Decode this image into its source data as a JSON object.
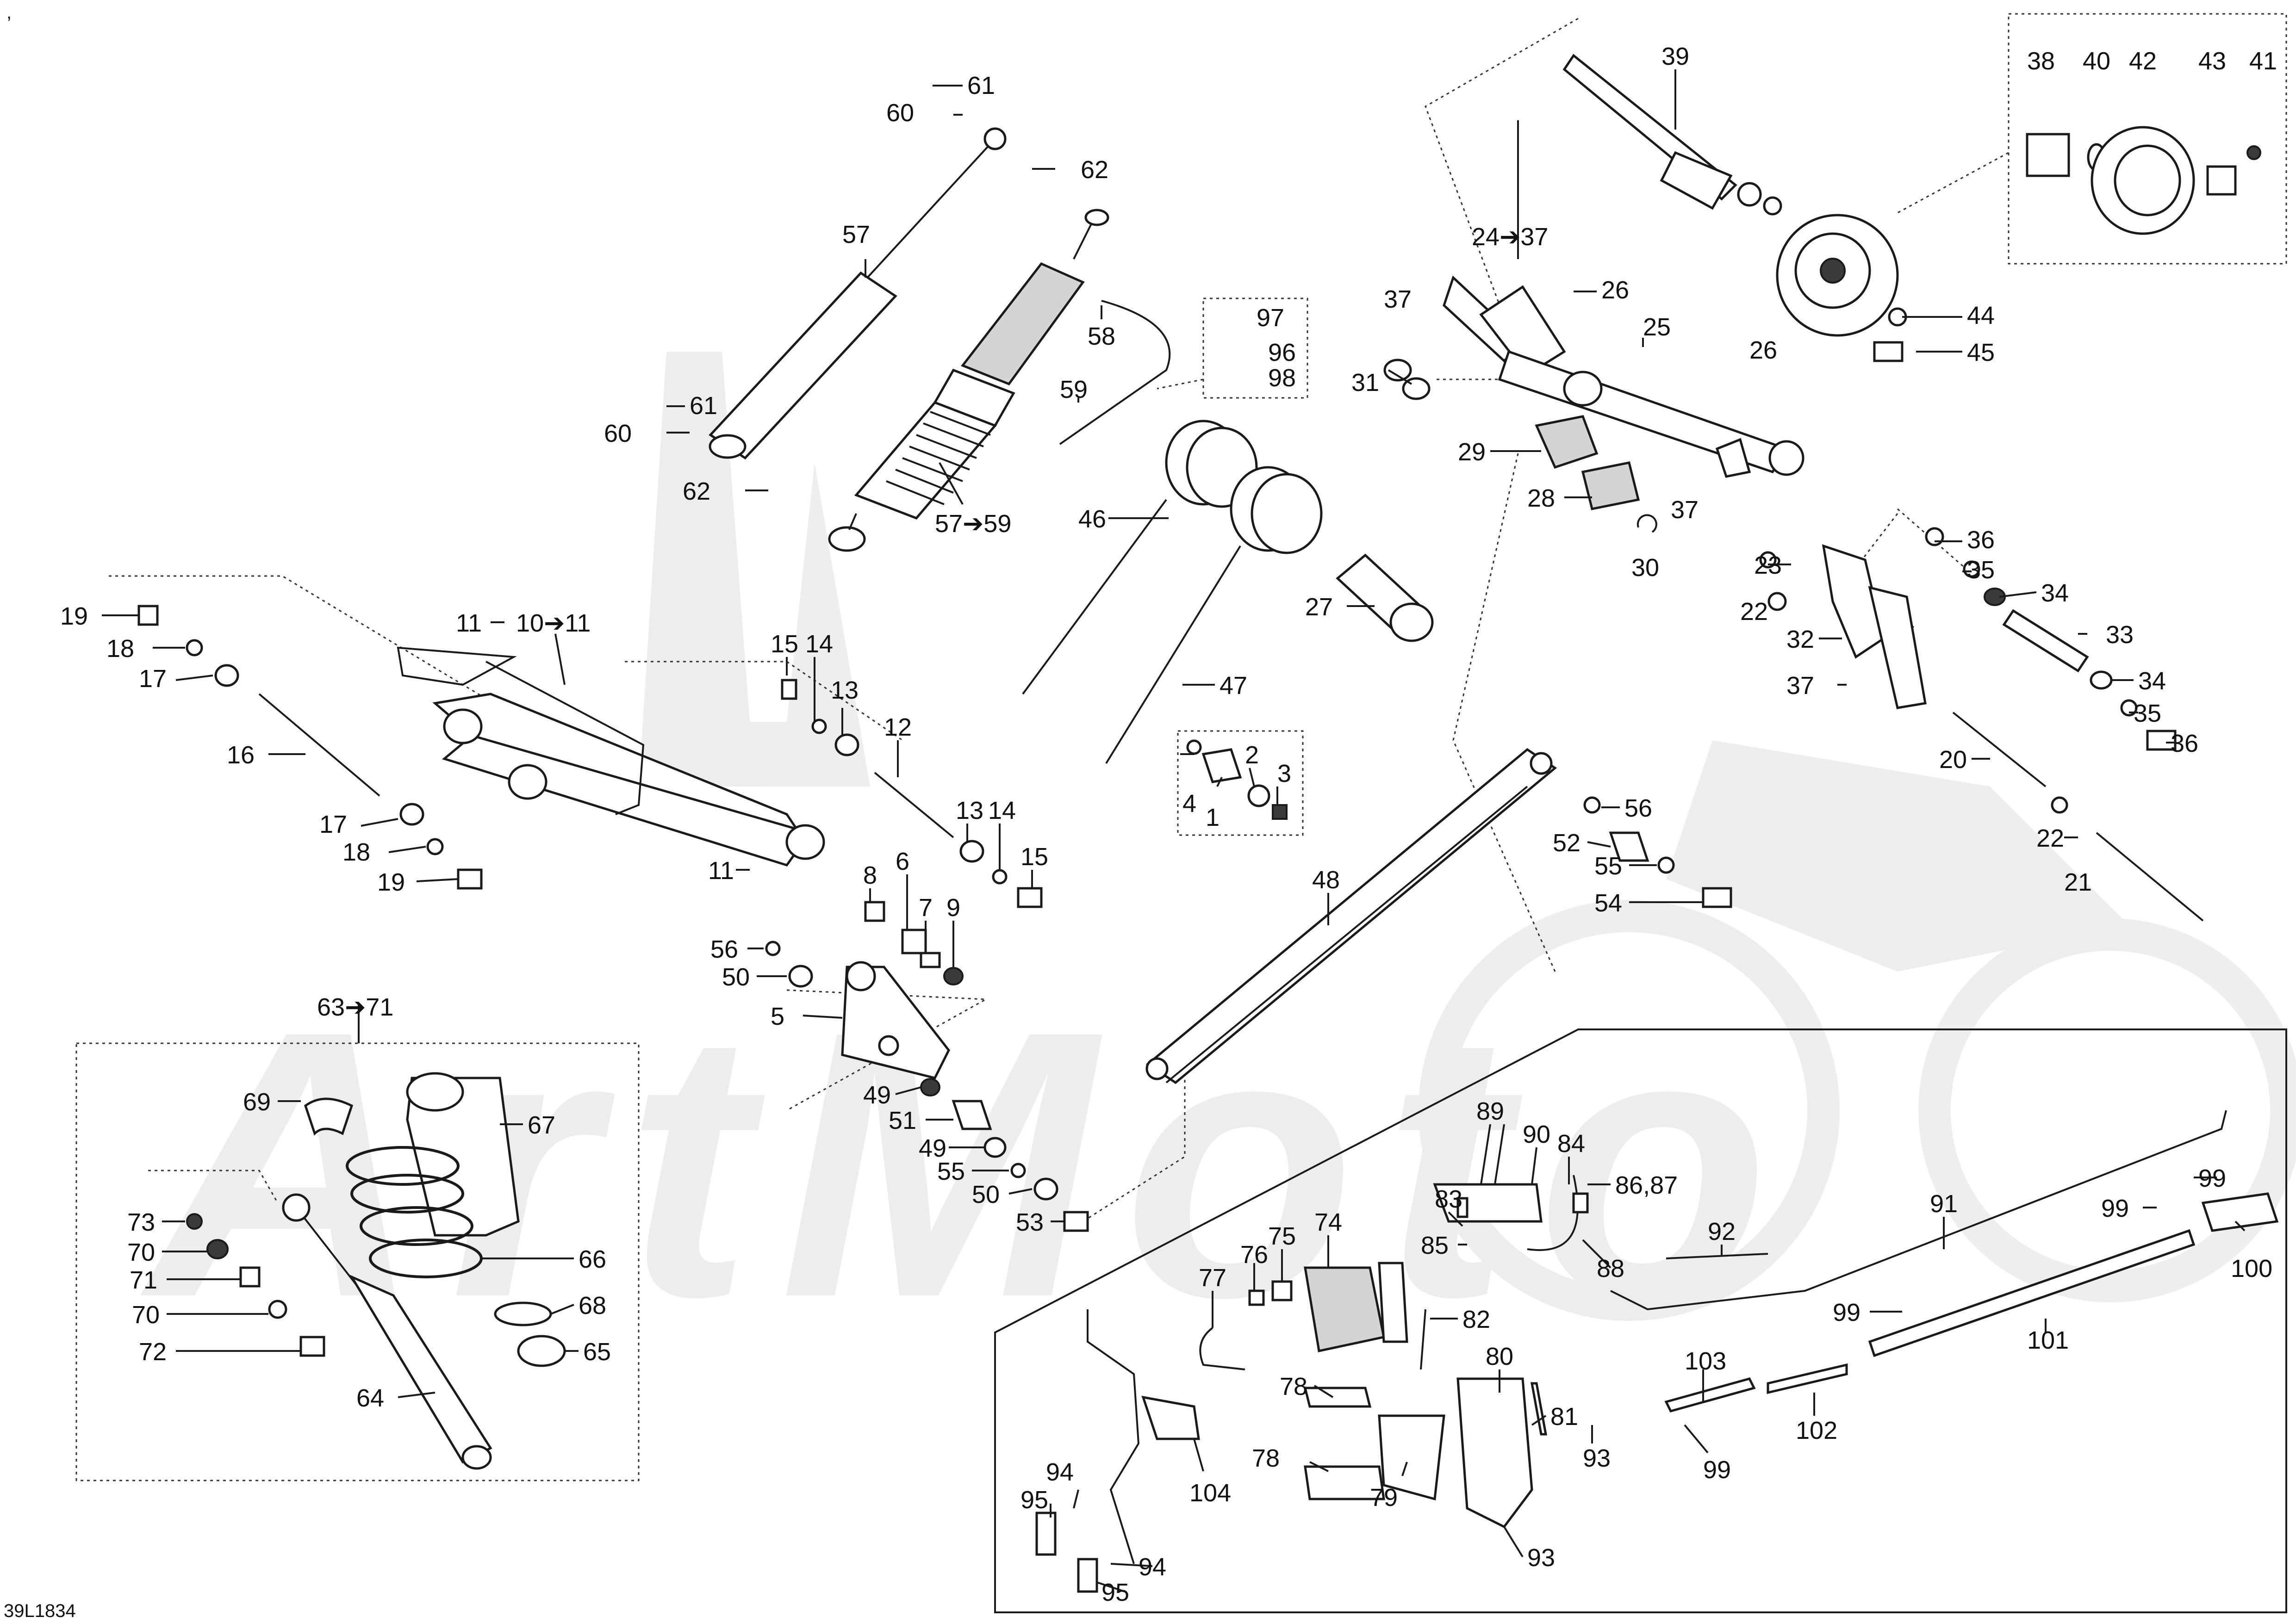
{
  "figure_code": "39L1834",
  "corner_mark": ",",
  "watermark_text": "ArtMoto",
  "callouts": [
    {
      "id": "c61a",
      "text": "61"
    },
    {
      "id": "c60a",
      "text": "60"
    },
    {
      "id": "c62a",
      "text": "62"
    },
    {
      "id": "c57",
      "text": "57"
    },
    {
      "id": "c58",
      "text": "58"
    },
    {
      "id": "c59",
      "text": "59"
    },
    {
      "id": "c61b",
      "text": "61"
    },
    {
      "id": "c60b",
      "text": "60"
    },
    {
      "id": "c62b",
      "text": "62"
    },
    {
      "id": "c5759",
      "text": "57➔59"
    },
    {
      "id": "c97",
      "text": "97"
    },
    {
      "id": "c96",
      "text": "96"
    },
    {
      "id": "c98",
      "text": "98"
    },
    {
      "id": "c46",
      "text": "46"
    },
    {
      "id": "c47",
      "text": "47"
    },
    {
      "id": "c27",
      "text": "27"
    },
    {
      "id": "c39",
      "text": "39"
    },
    {
      "id": "c38",
      "text": "38"
    },
    {
      "id": "c40",
      "text": "40"
    },
    {
      "id": "c42",
      "text": "42"
    },
    {
      "id": "c43",
      "text": "43"
    },
    {
      "id": "c41",
      "text": "41"
    },
    {
      "id": "c44",
      "text": "44"
    },
    {
      "id": "c45",
      "text": "45"
    },
    {
      "id": "c2437",
      "text": "24➔37"
    },
    {
      "id": "c26a",
      "text": "26"
    },
    {
      "id": "c37a",
      "text": "37"
    },
    {
      "id": "c25",
      "text": "25"
    },
    {
      "id": "c26b",
      "text": "26"
    },
    {
      "id": "c31",
      "text": "31"
    },
    {
      "id": "c29",
      "text": "29"
    },
    {
      "id": "c28",
      "text": "28"
    },
    {
      "id": "c37b",
      "text": "37"
    },
    {
      "id": "c30",
      "text": "30"
    },
    {
      "id": "c36a",
      "text": "36"
    },
    {
      "id": "c35a",
      "text": "35"
    },
    {
      "id": "c34a",
      "text": "34"
    },
    {
      "id": "c33",
      "text": "33"
    },
    {
      "id": "c34b",
      "text": "34"
    },
    {
      "id": "c35b",
      "text": "35"
    },
    {
      "id": "c36b",
      "text": "36"
    },
    {
      "id": "c23",
      "text": "23"
    },
    {
      "id": "c22a",
      "text": "22"
    },
    {
      "id": "c32",
      "text": "32"
    },
    {
      "id": "c37c",
      "text": "37"
    },
    {
      "id": "c20",
      "text": "20"
    },
    {
      "id": "c22b",
      "text": "22"
    },
    {
      "id": "c21",
      "text": "21"
    },
    {
      "id": "c19a",
      "text": "19"
    },
    {
      "id": "c18a",
      "text": "18"
    },
    {
      "id": "c17a",
      "text": "17"
    },
    {
      "id": "c16",
      "text": "16"
    },
    {
      "id": "c17b",
      "text": "17"
    },
    {
      "id": "c18b",
      "text": "18"
    },
    {
      "id": "c19b",
      "text": "19"
    },
    {
      "id": "c11a",
      "text": "11"
    },
    {
      "id": "c1011",
      "text": "10➔11"
    },
    {
      "id": "c11b",
      "text": "11"
    },
    {
      "id": "c15a",
      "text": "15"
    },
    {
      "id": "c14a",
      "text": "14"
    },
    {
      "id": "c13a",
      "text": "13"
    },
    {
      "id": "c12",
      "text": "12"
    },
    {
      "id": "c13b",
      "text": "13"
    },
    {
      "id": "c14b",
      "text": "14"
    },
    {
      "id": "c15b",
      "text": "15"
    },
    {
      "id": "c4",
      "text": "4"
    },
    {
      "id": "c2",
      "text": "2"
    },
    {
      "id": "c3",
      "text": "3"
    },
    {
      "id": "c1",
      "text": "1"
    },
    {
      "id": "c8",
      "text": "8"
    },
    {
      "id": "c6",
      "text": "6"
    },
    {
      "id": "c7",
      "text": "7"
    },
    {
      "id": "c9",
      "text": "9"
    },
    {
      "id": "c56a",
      "text": "56"
    },
    {
      "id": "c50a",
      "text": "50"
    },
    {
      "id": "c5",
      "text": "5"
    },
    {
      "id": "c49a",
      "text": "49"
    },
    {
      "id": "c51",
      "text": "51"
    },
    {
      "id": "c49b",
      "text": "49"
    },
    {
      "id": "c55a",
      "text": "55"
    },
    {
      "id": "c50b",
      "text": "50"
    },
    {
      "id": "c53",
      "text": "53"
    },
    {
      "id": "c48",
      "text": "48"
    },
    {
      "id": "c56b",
      "text": "56"
    },
    {
      "id": "c52",
      "text": "52"
    },
    {
      "id": "c55b",
      "text": "55"
    },
    {
      "id": "c54",
      "text": "54"
    },
    {
      "id": "c6371",
      "text": "63➔71"
    },
    {
      "id": "c69",
      "text": "69"
    },
    {
      "id": "c67",
      "text": "67"
    },
    {
      "id": "c73",
      "text": "73"
    },
    {
      "id": "c70a",
      "text": "70"
    },
    {
      "id": "c71",
      "text": "71"
    },
    {
      "id": "c66",
      "text": "66"
    },
    {
      "id": "c68",
      "text": "68"
    },
    {
      "id": "c70b",
      "text": "70"
    },
    {
      "id": "c72",
      "text": "72"
    },
    {
      "id": "c65",
      "text": "65"
    },
    {
      "id": "c64",
      "text": "64"
    },
    {
      "id": "c89",
      "text": "89"
    },
    {
      "id": "c90",
      "text": "90"
    },
    {
      "id": "c84",
      "text": "84"
    },
    {
      "id": "c8687",
      "text": "86,87"
    },
    {
      "id": "c83",
      "text": "83"
    },
    {
      "id": "c85",
      "text": "85"
    },
    {
      "id": "c88",
      "text": "88"
    },
    {
      "id": "c74",
      "text": "74"
    },
    {
      "id": "c75",
      "text": "75"
    },
    {
      "id": "c76",
      "text": "76"
    },
    {
      "id": "c77",
      "text": "77"
    },
    {
      "id": "c82",
      "text": "82"
    },
    {
      "id": "c92",
      "text": "92"
    },
    {
      "id": "c91",
      "text": "91"
    },
    {
      "id": "c99a",
      "text": "99"
    },
    {
      "id": "c99b",
      "text": "99"
    },
    {
      "id": "c100",
      "text": "100"
    },
    {
      "id": "c99c",
      "text": "99"
    },
    {
      "id": "c101",
      "text": "101"
    },
    {
      "id": "c80",
      "text": "80"
    },
    {
      "id": "c78a",
      "text": "78"
    },
    {
      "id": "c81",
      "text": "81"
    },
    {
      "id": "c93a",
      "text": "93"
    },
    {
      "id": "c103",
      "text": "103"
    },
    {
      "id": "c102",
      "text": "102"
    },
    {
      "id": "c99d",
      "text": "99"
    },
    {
      "id": "c78b",
      "text": "78"
    },
    {
      "id": "c79",
      "text": "79"
    },
    {
      "id": "c94a",
      "text": "94"
    },
    {
      "id": "c95a",
      "text": "95"
    },
    {
      "id": "c104",
      "text": "104"
    },
    {
      "id": "c94b",
      "text": "94"
    },
    {
      "id": "c95b",
      "text": "95"
    },
    {
      "id": "c93b",
      "text": "93"
    }
  ]
}
